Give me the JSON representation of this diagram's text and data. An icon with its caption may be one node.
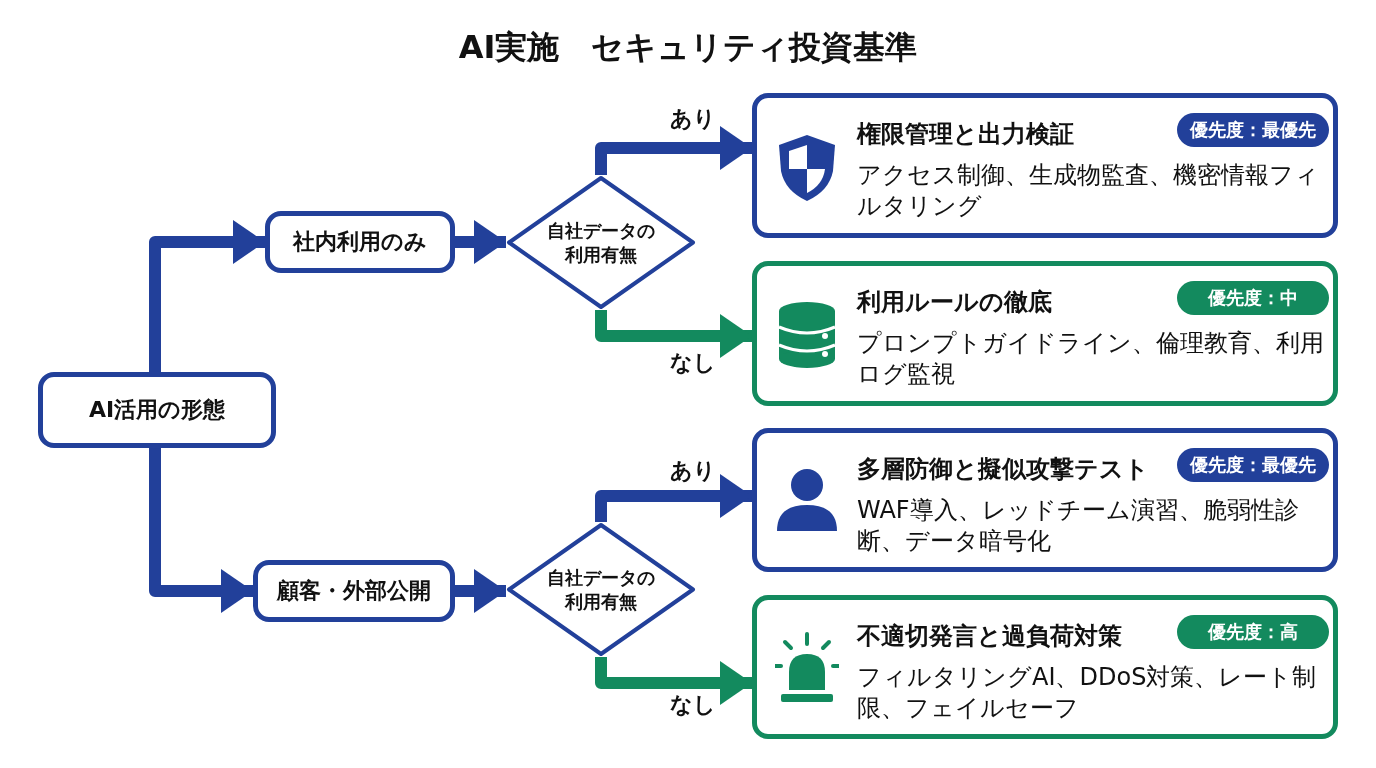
{
  "diagram": {
    "title": "AI実施　セキュリティ投資基準",
    "nodes": [
      {
        "text": [
          "AI活用の形態"
        ]
      },
      {
        "text": [
          "社内利用のみ"
        ]
      },
      {
        "text": [
          "自社データの利用有無"
        ]
      },
      {
        "text": [
          "権限管理と出力検証",
          "アクセス制御、生成物監査、機密情報フィルタリング"
        ]
      },
      {
        "text": [
          "優先度：最優先"
        ],
        "in": 3
      },
      {
        "text": [
          "利用ルールの徹底",
          "プロンプトガイドライン、倫理教育、利用ログ監視"
        ]
      },
      {
        "text": [
          "優先度：中"
        ],
        "in": 5
      },
      {
        "text": [
          "顧客・外部公開"
        ]
      },
      {
        "text": [
          "自社データの利用有無"
        ]
      },
      {
        "text": [
          "多層防御と擬似攻撃テスト",
          "WAF導入、レッドチーム演習、脆弱性診断、データ暗号化"
        ]
      },
      {
        "text": [
          "優先度：最優先"
        ],
        "in": 9
      },
      {
        "text": [
          "不適切発言と過負荷対策",
          "フィルタリングAI、DDoS対策、レート制限、フェイルセーフ"
        ]
      },
      {
        "text": [
          "優先度：高"
        ],
        "in": 11
      }
    ],
    "edges": [
      {
        "from": 0,
        "to": 1,
        "arrow": "to"
      },
      {
        "from": 0,
        "to": 7,
        "arrow": "to"
      },
      {
        "from": 1,
        "to": 2,
        "arrow": "to"
      },
      {
        "from": 7,
        "to": 8,
        "arrow": "to"
      },
      {
        "from": 2,
        "to": 3,
        "arrow": "to",
        "label": "あり"
      },
      {
        "from": 2,
        "to": 5,
        "arrow": "to",
        "label": "なし",
        "color": "#138a5e"
      },
      {
        "from": 8,
        "to": 9,
        "arrow": "to",
        "label": "あり"
      },
      {
        "from": 8,
        "to": 11,
        "arrow": "to",
        "label": "なし",
        "color": "#138a5e"
      }
    ]
  }
}
